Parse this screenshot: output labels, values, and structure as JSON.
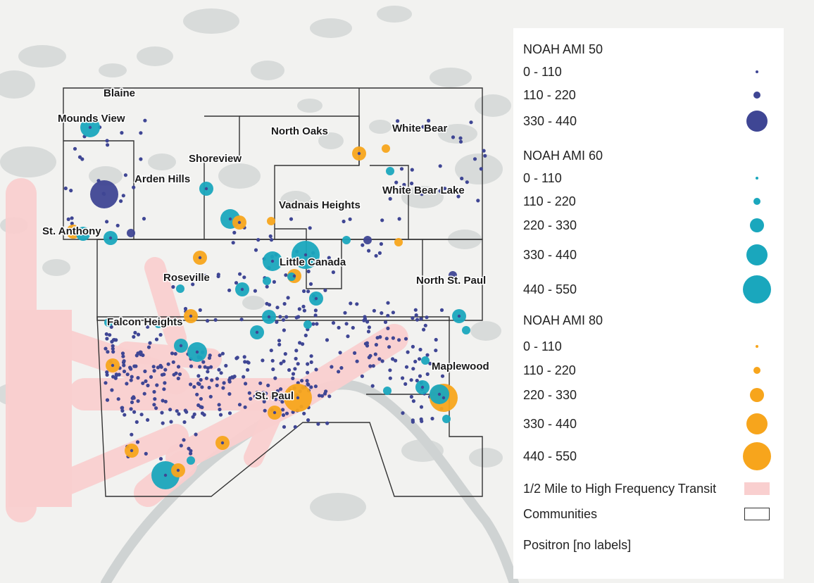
{
  "colors": {
    "ami50": "#3f4694",
    "ami60": "#1aa7bd",
    "ami80": "#f7a51c",
    "transit": "#f9cfcf",
    "community_border": "#333333",
    "basemap": "#f2f2f0",
    "water": "#cfd3d3"
  },
  "map": {
    "basemap_name": "Positron [no labels]",
    "places": [
      "Blaine",
      "Mounds View",
      "North Oaks",
      "White Bear",
      "Shoreview",
      "Arden Hills",
      "White Bear Lake",
      "Vadnais Heights",
      "St. Anthony",
      "Little Canada",
      "Roseville",
      "North St. Paul",
      "Falcon Heights",
      "Maplewood",
      "St. Paul"
    ]
  },
  "legend": {
    "groups": [
      {
        "title": "NOAH AMI 50",
        "color_key": "ami50",
        "classes": [
          {
            "label": "0 - 110",
            "size_rank": 1
          },
          {
            "label": "110 - 220",
            "size_rank": 2
          },
          {
            "label": "330 - 440",
            "size_rank": 4
          }
        ]
      },
      {
        "title": "NOAH AMI 60",
        "color_key": "ami60",
        "classes": [
          {
            "label": "0 - 110",
            "size_rank": 1
          },
          {
            "label": "110 - 220",
            "size_rank": 2
          },
          {
            "label": "220 - 330",
            "size_rank": 3
          },
          {
            "label": "330 - 440",
            "size_rank": 4
          },
          {
            "label": "440 - 550",
            "size_rank": 5
          }
        ]
      },
      {
        "title": "NOAH AMI 80",
        "color_key": "ami80",
        "classes": [
          {
            "label": "0 - 110",
            "size_rank": 1
          },
          {
            "label": "110 - 220",
            "size_rank": 2
          },
          {
            "label": "220 - 330",
            "size_rank": 3
          },
          {
            "label": "330 - 440",
            "size_rank": 4
          },
          {
            "label": "440 - 550",
            "size_rank": 5
          }
        ]
      }
    ],
    "transit_label": "1/2 Mile to High Frequency Transit",
    "communities_label": "Communities",
    "basemap_label": "Positron [no labels]"
  }
}
